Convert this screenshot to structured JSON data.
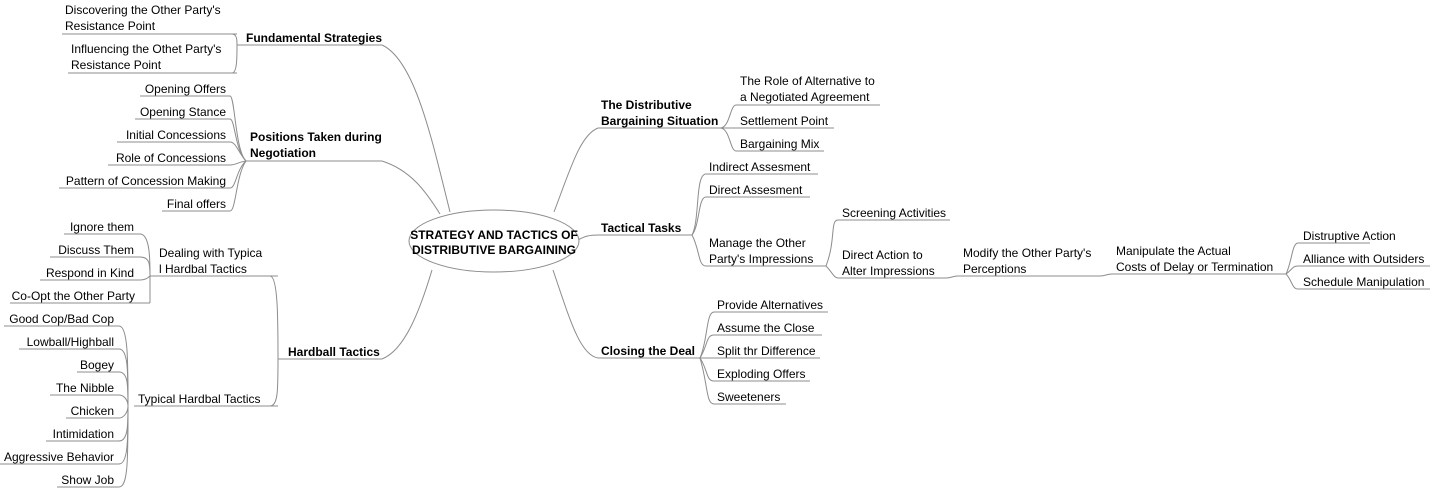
{
  "central": [
    "STRATEGY AND TACTICS OF",
    "DISTRIBUTIVE BARGAINING"
  ],
  "left": {
    "fundamental": {
      "label": "Fundamental Strategies",
      "items": [
        [
          "Discovering the Other Party's",
          "Resistance Point"
        ],
        [
          "Influencing the Othet Party's",
          "Resistance Point"
        ]
      ]
    },
    "positions": {
      "label": [
        "Positions Taken during",
        "Negotiation"
      ],
      "items": [
        "Opening Offers",
        "Opening Stance",
        "Initial Concessions",
        "Role of Concessions",
        "Pattern of Concession Making",
        "Final offers"
      ]
    },
    "hardball": {
      "label": "Hardball Tactics",
      "dealing": {
        "label": [
          "Dealing with Typica",
          "l Hardbal Tactics"
        ],
        "items": [
          "Ignore them",
          "Discuss Them",
          "Respond in Kind",
          "Co-Opt the Other Party"
        ]
      },
      "typical": {
        "label": "Typical Hardbal Tactics",
        "items": [
          "Good Cop/Bad Cop",
          "Lowball/Highball",
          "Bogey",
          "The Nibble",
          "Chicken",
          "Intimidation",
          "Aggressive Behavior",
          "Show Job"
        ]
      }
    }
  },
  "right": {
    "situation": {
      "label": [
        "The Distributive",
        "Bargaining Situation"
      ],
      "items": [
        [
          "The Role of Alternative to",
          "a Negotiated Agreement"
        ],
        [
          "Settlement Point"
        ],
        [
          "Bargaining Mix"
        ]
      ]
    },
    "tactical": {
      "label": "Tactical Tasks",
      "items": [
        "Indirect Assesment",
        "Direct Assesment"
      ],
      "impressions": {
        "label": [
          "Manage the Other",
          "Party's Impressions"
        ],
        "screening": "Screening Activities",
        "direct_action": {
          "label": [
            "Direct Action to",
            "Alter Impressions"
          ],
          "modify": {
            "label": [
              "Modify  the Other Party's",
              "Perceptions"
            ],
            "manipulate": {
              "label": [
                "Manipulate the Actual",
                "Costs of Delay or Termination"
              ],
              "items": [
                "Distruptive Action",
                "Alliance with Outsiders",
                "Schedule Manipulation"
              ]
            }
          }
        }
      }
    },
    "closing": {
      "label": "Closing the Deal",
      "items": [
        "Provide Alternatives",
        "Assume the Close",
        "Split thr Difference",
        "Exploding Offers",
        "Sweeteners"
      ]
    }
  }
}
